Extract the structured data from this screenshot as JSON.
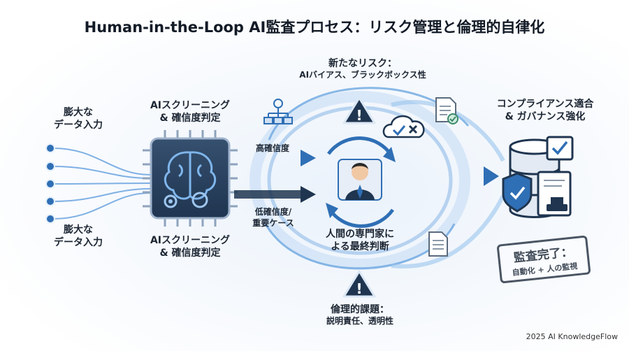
{
  "title": "Human-in-the-Loop AI監査プロセス：リスク管理と倫理的自律化",
  "input_top": [
    "膨大な",
    "データ入力"
  ],
  "input_bottom": [
    "膨大な",
    "データ入力"
  ],
  "ai_top": [
    "AIスクリーニング",
    "& 確信度判定"
  ],
  "ai_bottom": [
    "AIスクリーニング",
    "& 確信度判定"
  ],
  "high_conf": "高確信度",
  "low_conf": [
    "低確信度/",
    "重要ケース"
  ],
  "new_risk": [
    "新たなリスク：",
    "AIバイアス、ブラックボックス性"
  ],
  "expert": [
    "人間の専門家に",
    "よる最終判断"
  ],
  "ethics": [
    "倫理的課題：",
    "説明責任、透明性"
  ],
  "compliance": [
    "コンプライアンス適合",
    "& ガバナンス強化"
  ],
  "stamp": {
    "line1": "監査完了：",
    "line2": "自動化 + 人の監視"
  },
  "footer": "2025 AI KnowledgeFlow",
  "colors": {
    "accent": "#2f6fb5",
    "dark": "#1f3550",
    "chip": "#2b3f5c"
  }
}
